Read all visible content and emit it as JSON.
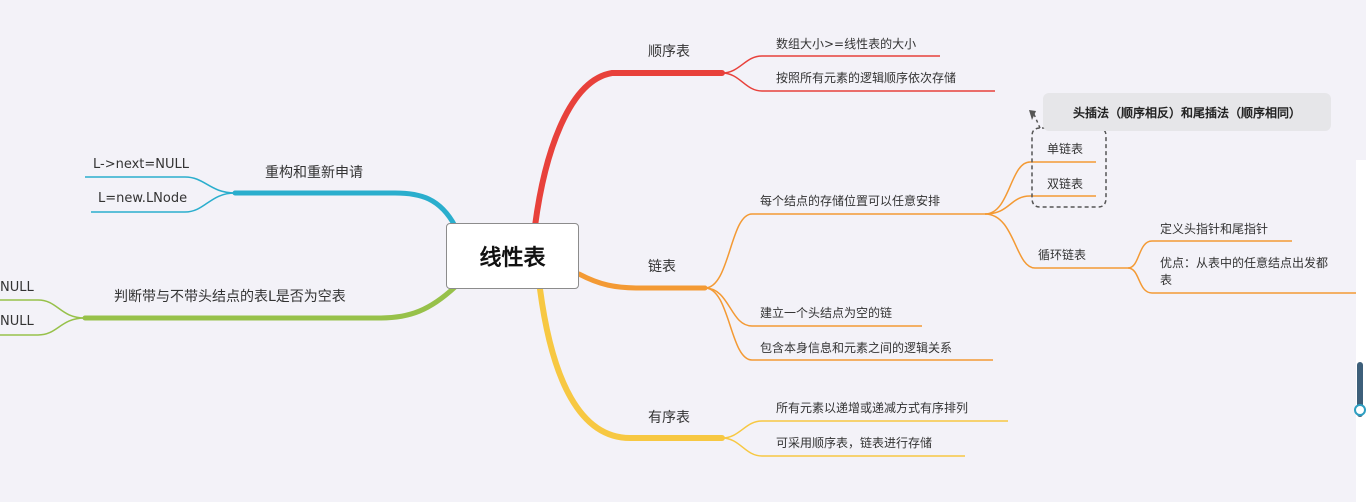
{
  "root": {
    "label": "线性表"
  },
  "callout": {
    "text": "头插法（顺序相反）和尾插法（顺序相同）"
  },
  "branches": {
    "sequential": {
      "label": "顺序表",
      "color": "#e8413b",
      "children": [
        "数组大小>=线性表的大小",
        "按照所有元素的逻辑顺序依次存储"
      ]
    },
    "linked": {
      "label": "链表",
      "color": "#f39a34",
      "storage": "每个结点的存储位置可以任意安排",
      "single": "单链表",
      "double": "双链表",
      "circular": {
        "label": "循环链表",
        "children": [
          "定义头指针和尾指针",
          "优点：从表中的任意结点出发都",
          "表"
        ]
      },
      "children": [
        "建立一个头结点为空的链",
        "包含本身信息和元素之间的逻辑关系"
      ]
    },
    "ordered": {
      "label": "有序表",
      "color": "#f7c842",
      "children": [
        "所有元素以递增或递减方式有序排列",
        "可采用顺序表，链表进行存储"
      ]
    },
    "rebuild": {
      "label": "重构和重新申请",
      "color": "#2aaecd",
      "children": [
        "L->next=NULL",
        "L=new.LNode"
      ]
    },
    "empty_check": {
      "label": "判断带与不带头结点的表L是否为空表",
      "color": "#97c14a",
      "children": [
        "NULL",
        "NULL"
      ]
    }
  }
}
